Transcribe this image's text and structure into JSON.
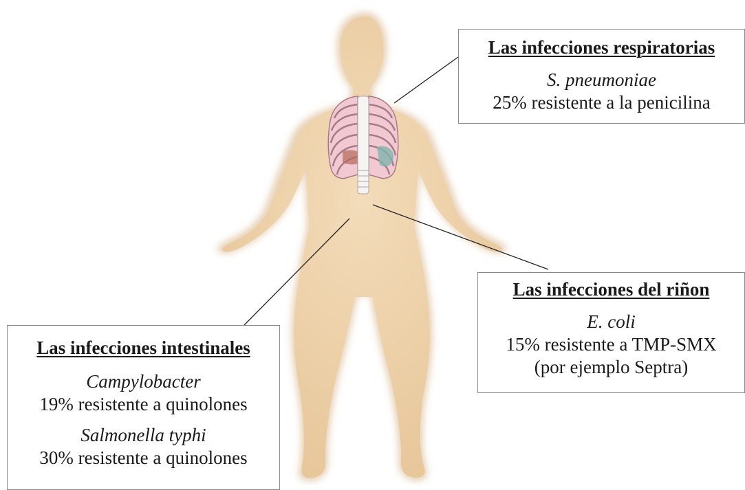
{
  "colors": {
    "skin": "#ecd0a6",
    "skin_shadow": "#d8b485",
    "ribs": "#efd1d8",
    "rib_outline": "#a57b86",
    "spine": "#f6f3f3",
    "leader_line": "#222222",
    "box_border": "#8a8a8a"
  },
  "callouts": {
    "respiratory": {
      "heading": "Las infecciones respiratorias",
      "organism": "S. pneumoniae",
      "stat": "25% resistente a la penicilina"
    },
    "kidney": {
      "heading": "Las infecciones del riñon",
      "organism": "E. coli",
      "stat": "15% resistente a TMP-SMX",
      "note": "(por ejemplo Septra)"
    },
    "intestinal": {
      "heading": "Las infecciones intestinales",
      "organism_1": "Campylobacter",
      "stat_1": "19% resistente a quinolones",
      "organism_2": "Salmonella typhi",
      "stat_2": "30% resistente a quinolones"
    }
  }
}
